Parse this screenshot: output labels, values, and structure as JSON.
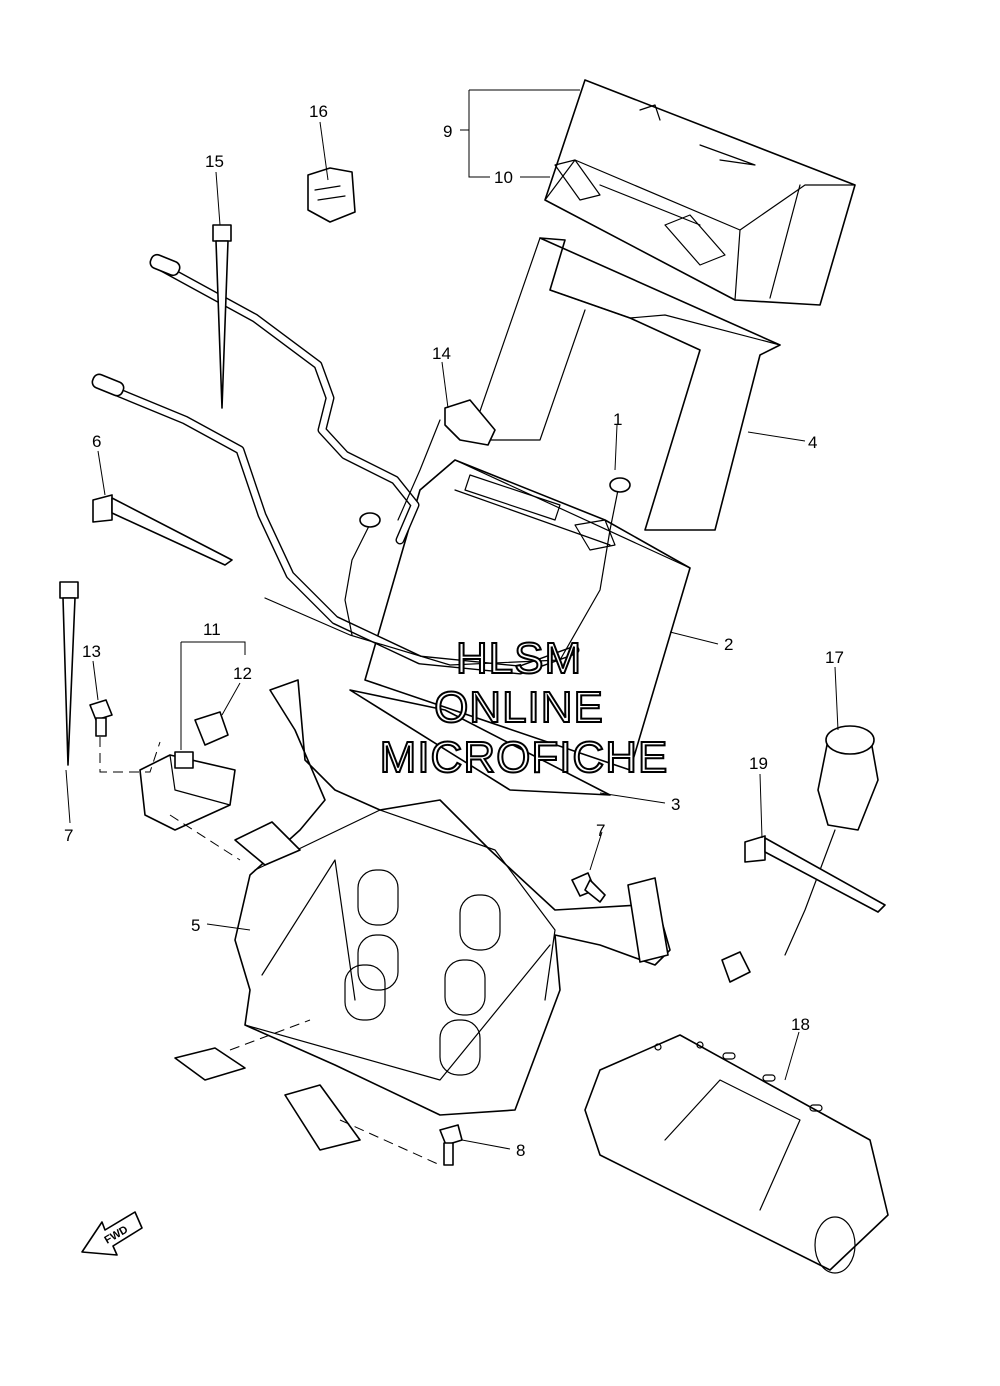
{
  "callouts": {
    "c1": "1",
    "c2": "2",
    "c3": "3",
    "c4": "4",
    "c5": "5",
    "c6": "6",
    "c7a": "7",
    "c7b": "7",
    "c8": "8",
    "c9": "9",
    "c10": "10",
    "c11": "11",
    "c12": "12",
    "c13": "13",
    "c14": "14",
    "c15": "15",
    "c16": "16",
    "c17": "17",
    "c18": "18",
    "c19": "19"
  },
  "watermark": {
    "line1": "HLSM",
    "line2": "ONLINE",
    "line3": "MICROFICHE"
  },
  "fwd_label": "FWD"
}
